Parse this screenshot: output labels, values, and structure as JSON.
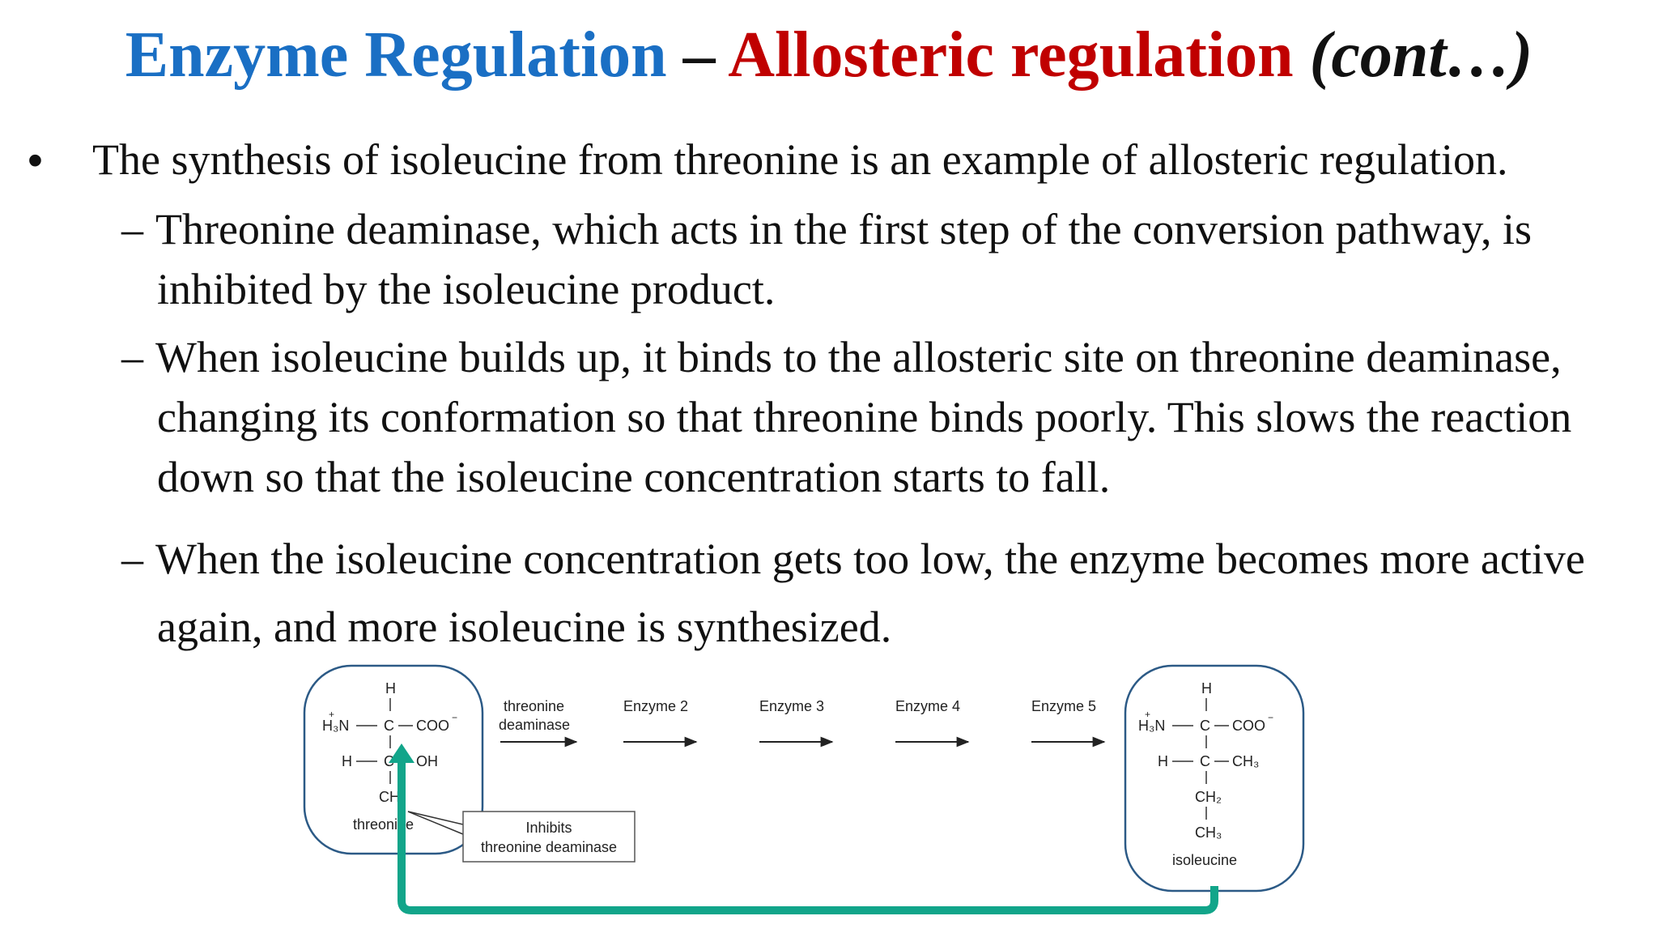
{
  "title": {
    "part1": "Enzyme Regulation",
    "dash": " – ",
    "part2": "Allosteric regulation",
    "part3": " (cont…)"
  },
  "bullet": {
    "symbol": "•",
    "text": "The synthesis of isoleucine from threonine is an example of allosteric regulation."
  },
  "subpoints": [
    {
      "dash": "–",
      "lines": [
        "Threonine deaminase, which acts in the first step of the conversion pathway, is",
        "inhibited by the isoleucine product."
      ]
    },
    {
      "dash": "–",
      "lines": [
        "When isoleucine builds up, it binds to the allosteric site on threonine deaminase,",
        "changing its conformation so that threonine binds poorly. This slows the reaction",
        "down so that the isoleucine concentration starts to fall."
      ]
    },
    {
      "dash": "–",
      "lines": [
        "When the isoleucine concentration gets too low, the enzyme becomes more active",
        "again, and more isoleucine is synthesized."
      ]
    }
  ],
  "diagram": {
    "threonine": {
      "h_top": "H",
      "plus": "+",
      "h3n": "H₃N",
      "c1": "C",
      "coo": "COO",
      "minus": "−",
      "h_left": "H",
      "c2": "C",
      "oh": "OH",
      "ch3": "CH₃",
      "label": "threonine"
    },
    "isoleucine": {
      "h_top": "H",
      "plus": "+",
      "h3n": "H₃N",
      "c1": "C",
      "coo": "COO",
      "minus": "−",
      "h_left": "H",
      "c2": "C",
      "ch3_side": "CH₃",
      "ch2": "CH₂",
      "ch3_bottom": "CH₃",
      "label": "isoleucine"
    },
    "enzymes": [
      {
        "line1": "threonine",
        "line2": "deaminase"
      },
      {
        "line1": "Enzyme 2"
      },
      {
        "line1": "Enzyme 3"
      },
      {
        "line1": "Enzyme 4"
      },
      {
        "line1": "Enzyme 5"
      }
    ],
    "inhibits_box": {
      "line1": "Inhibits",
      "line2": "threonine deaminase"
    },
    "colors": {
      "feedback": "#12a58a",
      "box_stroke": "#2c5a86"
    }
  }
}
